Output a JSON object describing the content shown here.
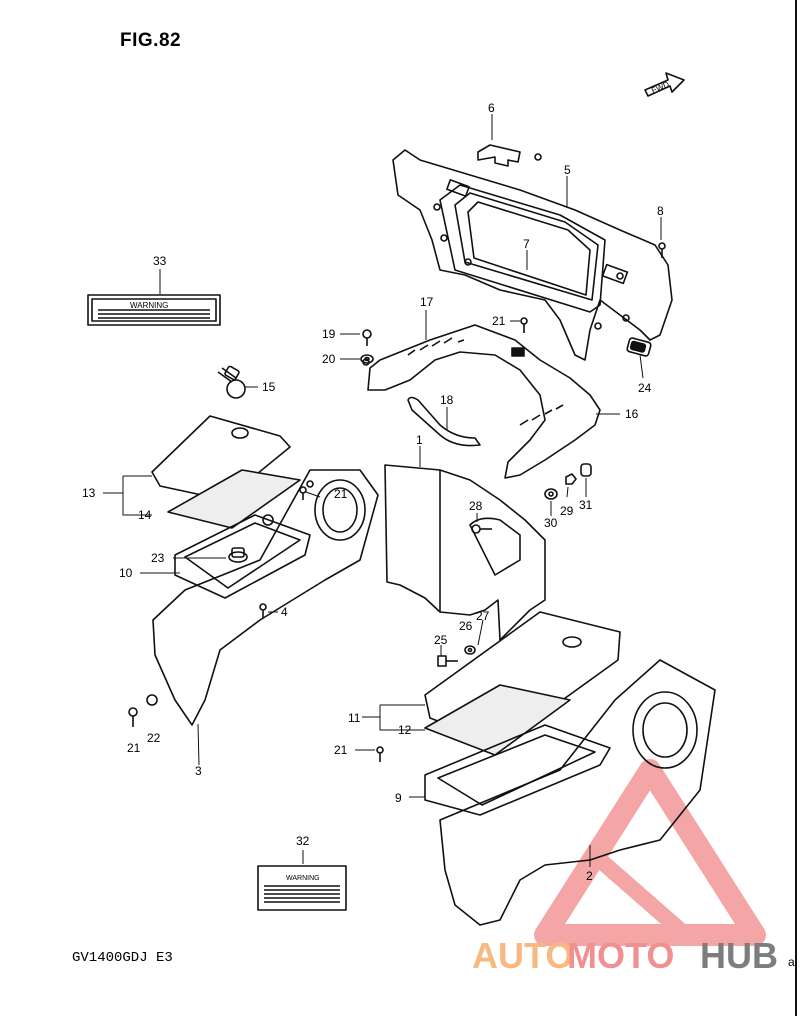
{
  "figure": {
    "title": "FIG.82",
    "model_code": "GV1400GDJ E3",
    "direction_label": "FWD"
  },
  "labels": {
    "warning_33": "WARNING",
    "warning_32": "WARNING"
  },
  "callouts": [
    "1",
    "2",
    "3",
    "4",
    "5",
    "6",
    "7",
    "8",
    "9",
    "10",
    "11",
    "12",
    "13",
    "14",
    "15",
    "16",
    "17",
    "18",
    "19",
    "20",
    "21",
    "21",
    "21",
    "21",
    "21",
    "22",
    "23",
    "24",
    "25",
    "26",
    "27",
    "28",
    "29",
    "30",
    "31",
    "32",
    "33"
  ],
  "watermark": {
    "part1": "AUTO",
    "part2": "MOTO",
    "part3": "HUB",
    "colors": {
      "auto": "#f7b97f",
      "moto": "#f28f8f",
      "hub": "#7d7d7d",
      "triangle": "#f28f8f"
    }
  },
  "edge_marks": [
    "a"
  ]
}
